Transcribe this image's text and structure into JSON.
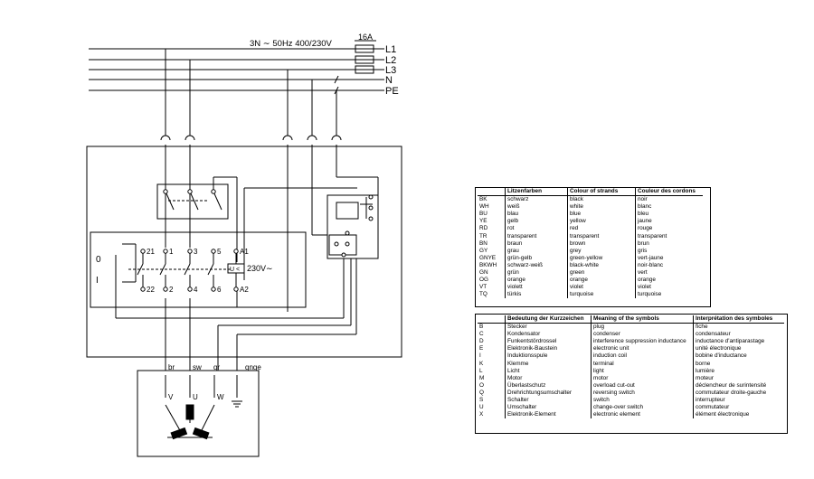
{
  "supply": {
    "rating": "3N ∼ 50Hz  400/230V",
    "fuse": "16A",
    "lines": [
      "L1",
      "L2",
      "L3",
      "N",
      "PE"
    ]
  },
  "switch": {
    "pos_0": "0",
    "pos_1": "I",
    "terminals_top": [
      "1",
      "3",
      "5"
    ],
    "terminals_bottom": [
      "2",
      "4",
      "6"
    ],
    "aux_top": "21",
    "aux_bottom": "22",
    "coil_a1": "A1",
    "coil_a2": "A2",
    "coil_symbol": "U <",
    "coil_voltage": "230V∼"
  },
  "motor": {
    "wire_labels": [
      "br",
      "sw",
      "gr",
      "gnge"
    ],
    "terminals": [
      "V",
      "U",
      "W"
    ]
  },
  "colour_table": {
    "headers": [
      "",
      "Litzenfarben",
      "Colour of strands",
      "Couleur des cordons"
    ],
    "rows": [
      [
        "BK",
        "schwarz",
        "black",
        "noir"
      ],
      [
        "WH",
        "weiß",
        "white",
        "blanc"
      ],
      [
        "BU",
        "blau",
        "blue",
        "bleu"
      ],
      [
        "YE",
        "gelb",
        "yellow",
        "jaune"
      ],
      [
        "RD",
        "rot",
        "red",
        "rouge"
      ],
      [
        "TR",
        "transparent",
        "transparent",
        "transparent"
      ],
      [
        "BN",
        "braun",
        "brown",
        "brun"
      ],
      [
        "GY",
        "grau",
        "grey",
        "gris"
      ],
      [
        "GNYE",
        "grün-gelb",
        "green-yellow",
        "vert-jaune"
      ],
      [
        "BKWH",
        "schwarz-weiß",
        "black-white",
        "noir-blanc"
      ],
      [
        "GN",
        "grün",
        "green",
        "vert"
      ],
      [
        "OG",
        "orange",
        "orange",
        "orange"
      ],
      [
        "VT",
        "violett",
        "violet",
        "violet"
      ],
      [
        "TQ",
        "türkis",
        "turquoise",
        "turquoise"
      ]
    ]
  },
  "symbol_table": {
    "headers": [
      "",
      "Bedeutung der Kurzzeichen",
      "Meaning of the symbols",
      "Interprétation des symboles"
    ],
    "rows": [
      [
        "B",
        "Stecker",
        "plug",
        "fiche"
      ],
      [
        "C",
        "Kondensator",
        "condenser",
        "condensateur"
      ],
      [
        "D",
        "Funkentstördrossel",
        "interference suppression inductance",
        "inductance d'antiparastage"
      ],
      [
        "E",
        "Elektronik-Baustein",
        "electronic unit",
        "unité électronique"
      ],
      [
        "I",
        "Induktionsspule",
        "induction coil",
        "bobine d'inductance"
      ],
      [
        "K",
        "Klemme",
        "terminal",
        "borne"
      ],
      [
        "L",
        "Licht",
        "light",
        "lumière"
      ],
      [
        "M",
        "Motor",
        "motor",
        "moteur"
      ],
      [
        "O",
        "Überlastschutz",
        "overload cut-out",
        "déclencheur de surintensité"
      ],
      [
        "Q",
        "Drehrichtungsumschalter",
        "reversing switch",
        "commutateur droite-gauche"
      ],
      [
        "S",
        "Schalter",
        "switch",
        "interrupteur"
      ],
      [
        "U",
        "Umschalter",
        "change-over switch",
        "commutateur"
      ],
      [
        "X",
        "Elektronik-Element",
        "electronic element",
        "élément électronique"
      ]
    ]
  }
}
